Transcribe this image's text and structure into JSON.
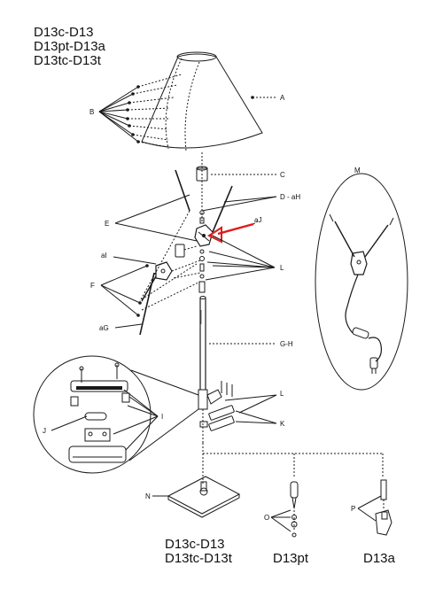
{
  "header": {
    "lines": [
      "D13c-D13",
      "D13pt-D13a",
      "D13tc-D13t"
    ]
  },
  "labels": {
    "A": "A",
    "B": "B",
    "C": "C",
    "D": "D - aH",
    "aJ": "aJ",
    "E": "E",
    "aI": "aI",
    "L1": "L",
    "F": "F",
    "aG": "aG",
    "GH": "G-H",
    "M": "M",
    "I": "I",
    "J": "J",
    "L2": "L",
    "K": "K",
    "N": "N",
    "O": "O",
    "P": "P"
  },
  "captions": {
    "base_line1": "D13c-D13",
    "base_line2": "D13tc-D13t",
    "pt": "D13pt",
    "a": "D13a"
  },
  "colors": {
    "line": "#1a1a1a",
    "arrow": "#e01b1b"
  }
}
